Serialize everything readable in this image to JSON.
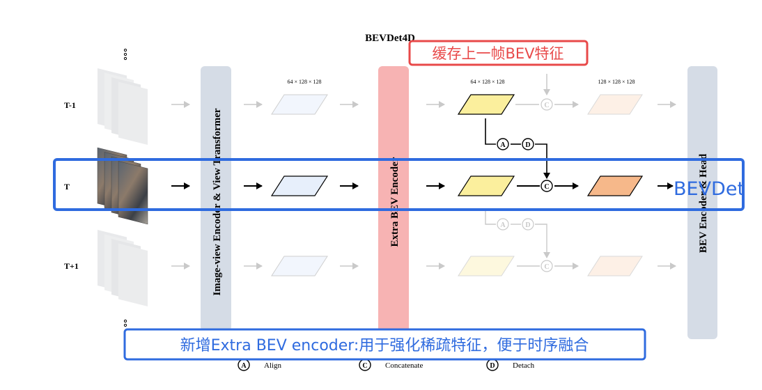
{
  "title": "BEVDet4D",
  "rows": [
    {
      "id": "prev",
      "label": "T-1"
    },
    {
      "id": "cur",
      "label": "T"
    },
    {
      "id": "next",
      "label": "T+1"
    }
  ],
  "modules": {
    "view_transformer": "Image-view Encoder & View Transformer",
    "extra_encoder": "Extra BEV Encoder",
    "bev_head": "BEV Encoder & Head"
  },
  "dims": {
    "d1": "64 × 128 × 128",
    "d2": "64 × 128 × 128",
    "d3": "128 × 128 × 128"
  },
  "ops": {
    "align": "A",
    "detach": "D",
    "concat": "C"
  },
  "legend": [
    {
      "symbol": "A",
      "label": "Align"
    },
    {
      "symbol": "C",
      "label": "Concatenate"
    },
    {
      "symbol": "D",
      "label": "Detach"
    }
  ],
  "annotations": {
    "cache": "缓存上一帧BEV特征",
    "bevdet": "BEVDet",
    "extra": "新增Extra BEV encoder:用于强化稀疏特征，便于时序融合"
  },
  "colors": {
    "blue_box": "#2f6bdf",
    "red_box": "#e84a4a",
    "vt_bar": "#d5dce6",
    "extra_bar": "#f7b3b3",
    "head_bar": "#d5dce6",
    "feat_blue": "#e7effb",
    "feat_yellow": "#fbef9d",
    "feat_orange": "#f6b88a"
  }
}
